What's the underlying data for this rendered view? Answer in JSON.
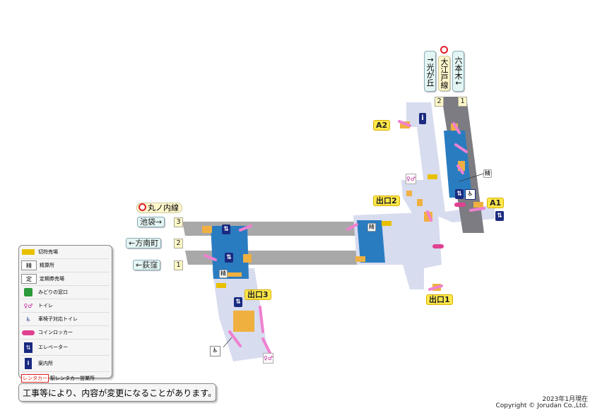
{
  "marunouchi": {
    "line_name": "丸ノ内線",
    "platforms": [
      {
        "direction": "池袋→",
        "number": "3"
      },
      {
        "direction": "←方南町",
        "number": "2"
      },
      {
        "direction": "←荻窪",
        "number": "1"
      }
    ]
  },
  "oedo": {
    "line_name": "大江戸線",
    "dir_left": "↑光が丘",
    "dir_right": "六本木↓",
    "track_left": "2",
    "track_right": "1"
  },
  "exits": {
    "a1": "A1",
    "a2": "A2",
    "exit1": "出口1",
    "exit2": "出口2",
    "exit3": "出口3"
  },
  "map_labels": {
    "seisan": "精"
  },
  "legend": [
    {
      "icon": "ticket-machine-icon",
      "label": "切符売場"
    },
    {
      "icon": "fare-adjustment-icon",
      "glyph": "精",
      "label": "精算所"
    },
    {
      "icon": "commuter-pass-icon",
      "glyph": "定",
      "label": "定期券売場"
    },
    {
      "icon": "midori-window-icon",
      "label": "みどりの窓口"
    },
    {
      "icon": "toilet-icon",
      "glyph": "♀♂",
      "label": "トイレ"
    },
    {
      "icon": "wheelchair-toilet-icon",
      "glyph": "♿",
      "label": "車椅子対応トイレ"
    },
    {
      "icon": "coin-locker-icon",
      "label": "コインロッカー"
    },
    {
      "icon": "elevator-icon",
      "glyph": "⇅",
      "label": "エレベーター"
    },
    {
      "icon": "information-icon",
      "glyph": "i",
      "label": "案内所"
    },
    {
      "icon": "rental-car-icon",
      "glyph": "レンタカー",
      "label": "駅レンタカー営業所"
    }
  ],
  "notice": "工事等により、内容が変更になることがあります。",
  "footer": {
    "date": "2023年1月現在",
    "copyright": "Copyright © Jorudan Co.,Ltd."
  },
  "colors": {
    "platform": "#a8a8a8",
    "concourse": "#d8dcef",
    "paid_area": "#2a7cc0",
    "stairs": "#f0b040",
    "escalator": "#f080d0",
    "exit_label": "#ffe84a"
  }
}
